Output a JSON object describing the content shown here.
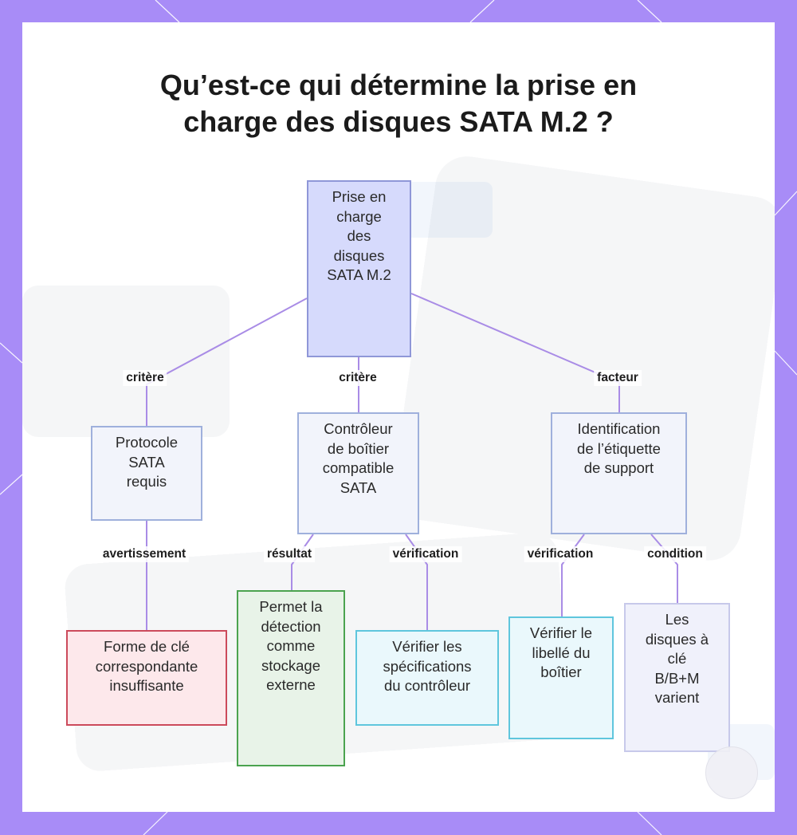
{
  "title": {
    "line1": "Qu’est-ce qui détermine la prise en",
    "line2": "charge des disques SATA M.2 ?"
  },
  "colors": {
    "frame": "#a88cf7",
    "edge": "#a98ce6",
    "root_fill": "#d6dafc",
    "error_border": "#cc4a5b",
    "success_border": "#4ba34f",
    "info_border": "#5fc6dd"
  },
  "nodes": {
    "root": "Prise en\ncharge\ndes\ndisques\nSATA M.2",
    "protocol": "Protocole\nSATA\nrequis",
    "controller": "Contrôleur\nde boîtier\ncompatible\nSATA",
    "label_id": "Identification\nde l’étiquette\nde support",
    "key_shape": "Forme de clé\ncorrespondante\ninsuffisante",
    "external": "Permet la\ndétection\ncomme\nstockage\nexterne",
    "specs": "Vérifier les\nspécifications\ndu contrôleur",
    "case_label": "Vérifier le\nlibellé du\nboîtier",
    "key_drives": "Les\ndisques à\nclé\nB/B+M\nvarient"
  },
  "edges": {
    "critere_left": "critère",
    "critere_mid": "critère",
    "facteur": "facteur",
    "avertissement": "avertissement",
    "resultat": "résultat",
    "verification_mid": "vérification",
    "verification_right": "vérification",
    "condition": "condition"
  }
}
